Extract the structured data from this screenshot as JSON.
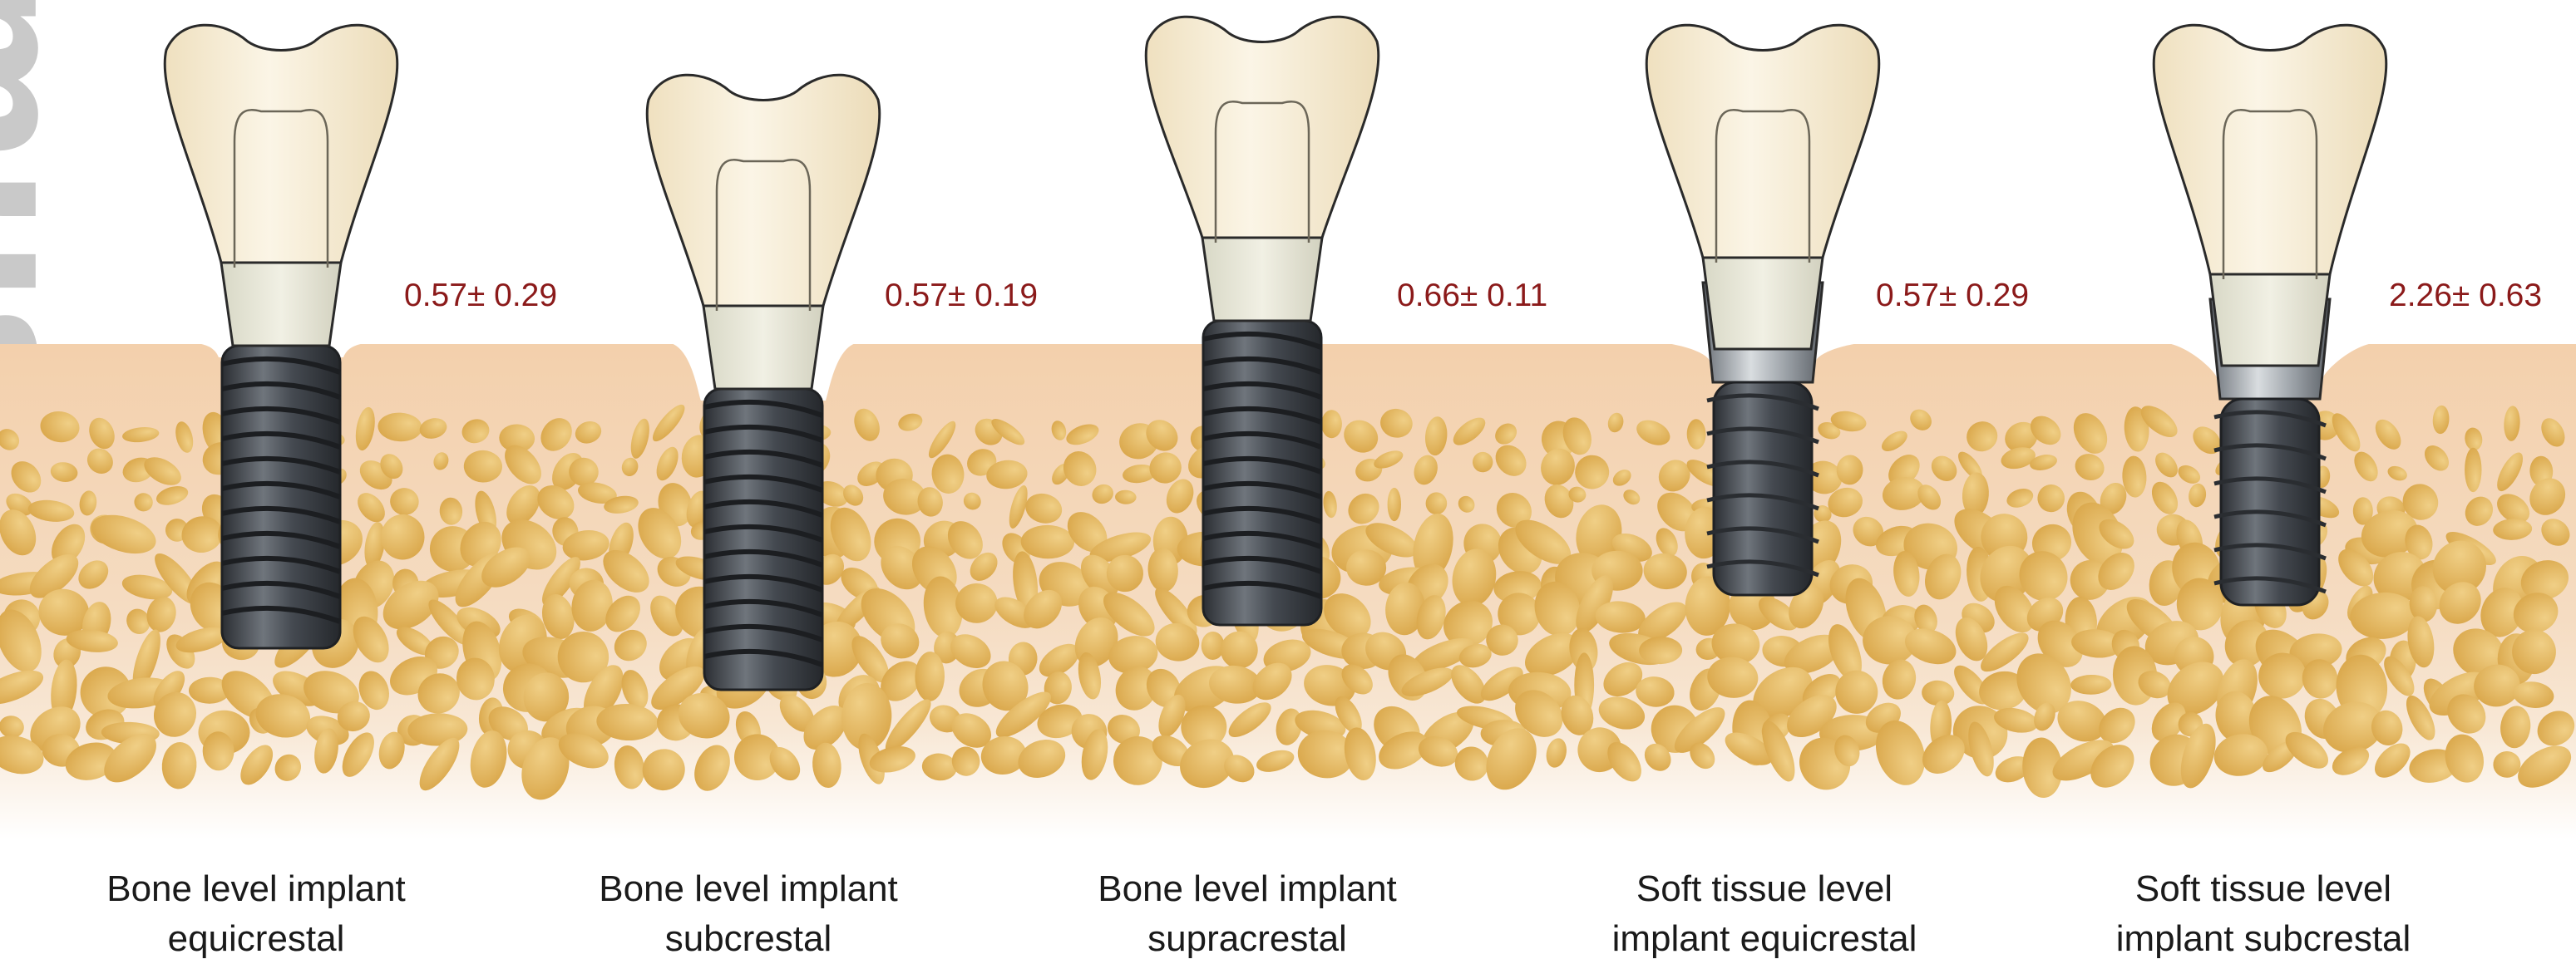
{
  "watermark": "musc",
  "colors": {
    "gingiva": "#f3d3b4",
    "bone_cavity": "#e4b65e",
    "value_text": "#8b1a1a",
    "implant_dark": "#3c4045",
    "abutment_metal": "#9aa0a6",
    "crown": "#f7ecd4"
  },
  "implants": [
    {
      "name_line1": "Bone level implant",
      "name_line2": "equicrestal",
      "value": "0.57± 0.29",
      "type": "bone-level",
      "position": "equicrestal"
    },
    {
      "name_line1": "Bone level implant",
      "name_line2": "subcrestal",
      "value": "0.57± 0.19",
      "type": "bone-level",
      "position": "subcrestal"
    },
    {
      "name_line1": "Bone level implant",
      "name_line2": "supracrestal",
      "value": "0.66± 0.11",
      "type": "bone-level",
      "position": "supracrestal"
    },
    {
      "name_line1": "Soft tissue level",
      "name_line2": "implant equicrestal",
      "value": "0.57± 0.29",
      "type": "soft-tissue-level",
      "position": "equicrestal"
    },
    {
      "name_line1": "Soft tissue level",
      "name_line2": "implant subcrestal",
      "value": "2.26± 0.63",
      "type": "soft-tissue-level",
      "position": "subcrestal"
    }
  ]
}
